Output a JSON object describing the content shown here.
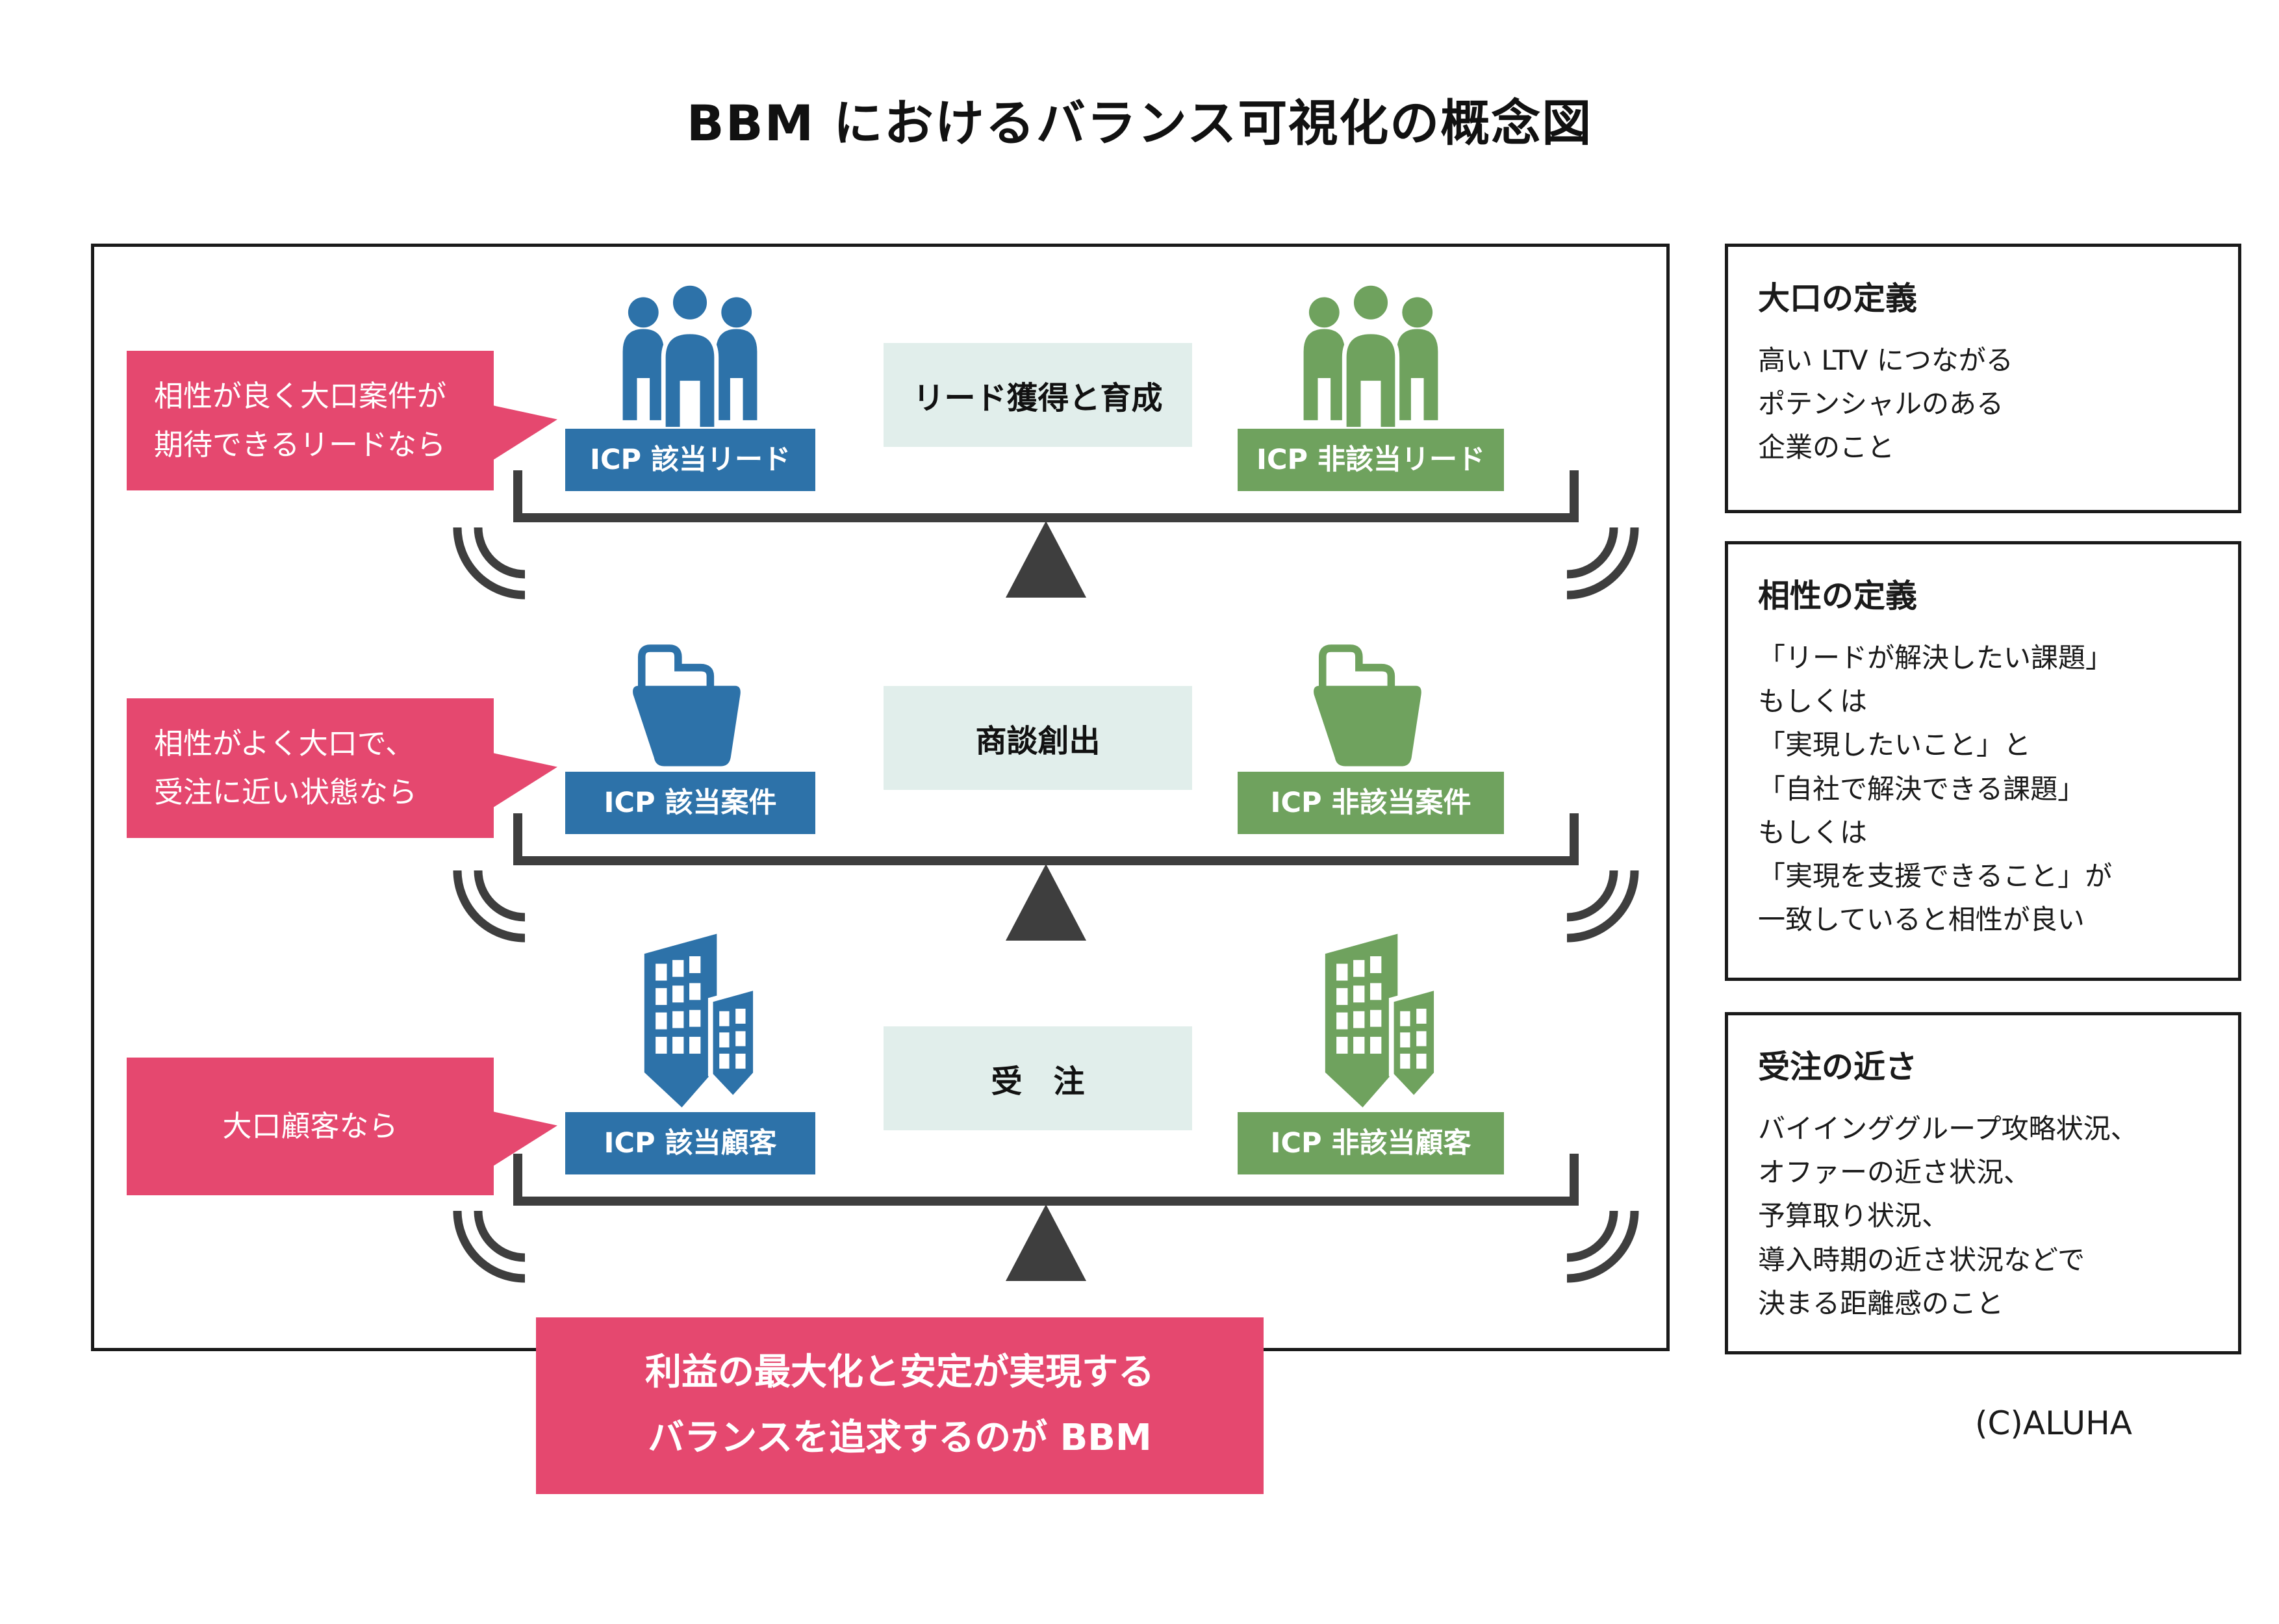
{
  "title": "BBM におけるバランス可視化の概念図",
  "copyright": "(C)ALUHA",
  "colors": {
    "pink": "#E5486F",
    "blue": "#2D72A9",
    "green": "#6FA25E",
    "pill_background": "#E1EEEB",
    "beam_dark": "#3E3E3E",
    "border_black": "#1A1A1A"
  },
  "callouts": [
    {
      "text": "相性が良く大口案件が\n期待できるリードなら"
    },
    {
      "text": "相性がよく大口で、\n受注に近い状態なら"
    },
    {
      "text": "大口顧客なら"
    }
  ],
  "rows": [
    {
      "stage": "リード獲得と育成",
      "left_label": "ICP 該当リード",
      "right_label": "ICP 非該当リード",
      "icon": "people-group-icon"
    },
    {
      "stage": "商談創出",
      "left_label": "ICP 該当案件",
      "right_label": "ICP 非該当案件",
      "icon": "folder-icon"
    },
    {
      "stage": "受　注",
      "left_label": "ICP 該当顧客",
      "right_label": "ICP 非該当顧客",
      "icon": "buildings-icon"
    }
  ],
  "definitions": [
    {
      "title": "大口の定義",
      "body": "高い LTV につながる\nポテンシャルのある\n企業のこと"
    },
    {
      "title": "相性の定義",
      "body": "「リードが解決したい課題」\nもしくは\n「実現したいこと」と\n「自社で解決できる課題」\nもしくは\n「実現を支援できること」が\n一致していると相性が良い"
    },
    {
      "title": "受注の近さ",
      "body": "バイインググループ攻略状況、\nオファーの近さ状況、\n予算取り状況、\n導入時期の近さ状況などで\n決まる距離感のこと"
    }
  ],
  "conclusion": "利益の最大化と安定が実現する\nバランスを追求するのが BBM"
}
